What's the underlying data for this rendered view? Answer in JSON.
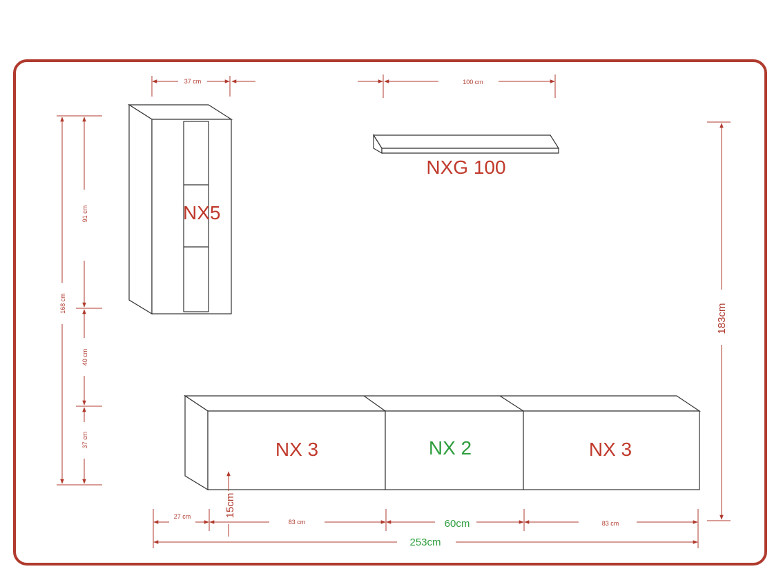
{
  "colors": {
    "frame": "#b03a2e",
    "dimension": "#b03a2e",
    "label_red": "#c0392b",
    "label_green": "#2e9e3e",
    "outline": "#333333"
  },
  "labels": {
    "wall_cabinet": "NX5",
    "shelf": "NXG 100",
    "low_left": "NX 3",
    "low_center": "NX 2",
    "low_right": "NX 3"
  },
  "dimensions": {
    "cabinet_width": "37 cm",
    "shelf_width": "100 cm",
    "cabinet_height": "91 cm",
    "total_left_height": "168 cm",
    "gap_height": "40 cm",
    "low_height": "37 cm",
    "overall_height": "183cm",
    "low_depth": "27 cm",
    "floor_gap": "15cm",
    "left_module": "83 cm",
    "center_module": "60cm",
    "right_module": "83 cm",
    "overall_width": "253cm"
  }
}
